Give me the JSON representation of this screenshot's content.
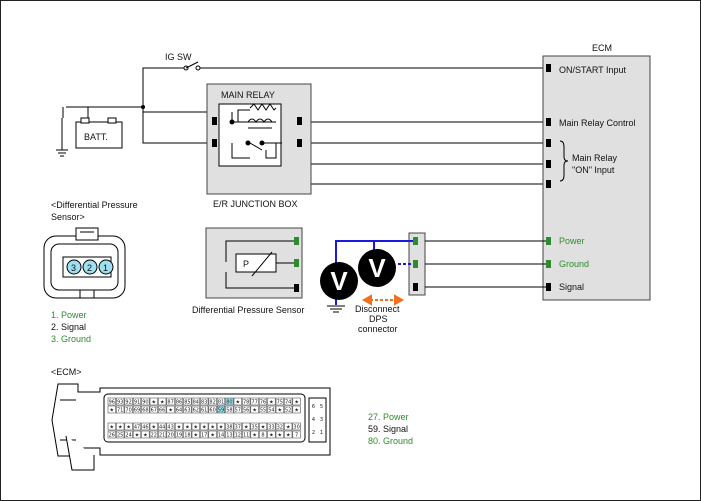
{
  "colors": {
    "wire": "#000000",
    "box_fill": "#e0e0e0",
    "signal_green": "#2e8b2e",
    "probe_blue": "#1a1adc",
    "arrow_orange": "#f07020",
    "pin_cyan": "#9fe0f0"
  },
  "labels": {
    "ig_sw": "IG SW",
    "batt": "BATT.",
    "main_relay": "MAIN RELAY",
    "jb_box": "E/R JUNCTION BOX",
    "ecm": "ECM",
    "ecm_on_start": "ON/START Input",
    "ecm_main_relay_control": "Main Relay Control",
    "ecm_main_relay_on_1": "Main Relay",
    "ecm_main_relay_on_2": "\"ON\" Input",
    "ecm_power": "Power",
    "ecm_ground": "Ground",
    "ecm_signal": "Signal",
    "dps_title_1": "<Differential Pressure",
    "dps_title_2": "Sensor>",
    "dps_sensor_label": "Differential Pressure Sensor",
    "dps_p": "P",
    "disconnect_1": "Disconnect",
    "disconnect_2": "DPS",
    "disconnect_3": "connector",
    "meter_symbol": "V",
    "ecm_title": "<ECM>"
  },
  "dps_pins": [
    "3",
    "2",
    "1"
  ],
  "dps_legend": [
    "1. Power",
    "2. Signal",
    "3. Ground"
  ],
  "ecm_legend": [
    "27. Power",
    "59. Signal",
    "80. Ground"
  ],
  "ecm_connector": {
    "row1": [
      "96",
      "93",
      "92",
      "91",
      "90",
      "★",
      "★",
      "87",
      "86",
      "85",
      "84",
      "83",
      "82",
      "81",
      "80",
      "★",
      "78",
      "77",
      "76",
      "★",
      "75",
      "74",
      "★"
    ],
    "row2": [
      "★",
      "71",
      "70",
      "69",
      "68",
      "67",
      "66",
      "★",
      "64",
      "63",
      "62",
      "61",
      "60",
      "59",
      "58",
      "57",
      "56",
      "★",
      "55",
      "54",
      "★",
      "52",
      "★"
    ],
    "row3": [
      "★",
      "★",
      "★",
      "47",
      "46",
      "★",
      "44",
      "43",
      "★",
      "★",
      "★",
      "★",
      "★",
      "★",
      "38",
      "37",
      "★",
      "35",
      "★",
      "33",
      "32",
      "★",
      "30"
    ],
    "row4": [
      "26",
      "25",
      "24",
      "★",
      "★",
      "22",
      "21",
      "20",
      "19",
      "18",
      "★",
      "17",
      "★",
      "14",
      "13",
      "12",
      "11",
      "★",
      "8",
      "★",
      "★",
      "★",
      "7"
    ],
    "right_block": [
      "6",
      "5",
      "4",
      "3",
      "2",
      "1"
    ]
  }
}
